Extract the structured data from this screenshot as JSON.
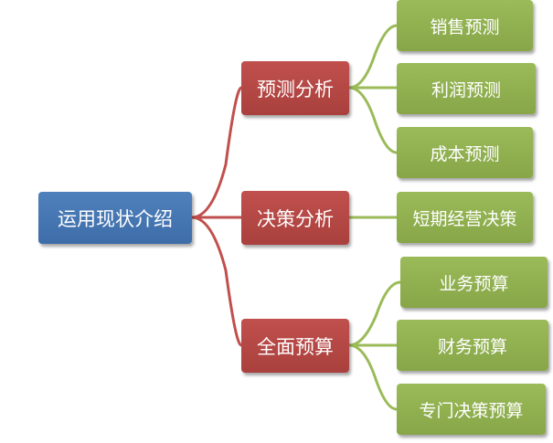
{
  "colors": {
    "root": "#4f81bd",
    "mid": "#c0504d",
    "leaf": "#9bbb59",
    "root_link": "#c0504d",
    "leaf_link": "#9bbb59"
  },
  "root": {
    "label": "运用现状介绍"
  },
  "branches": [
    {
      "label": "预测分析",
      "children": [
        "销售预测",
        "利润预测",
        "成本预测"
      ]
    },
    {
      "label": "决策分析",
      "children": [
        "短期经营决策"
      ]
    },
    {
      "label": "全面预算",
      "children": [
        "业务预算",
        "财务预算",
        "专门决策预算"
      ]
    }
  ]
}
